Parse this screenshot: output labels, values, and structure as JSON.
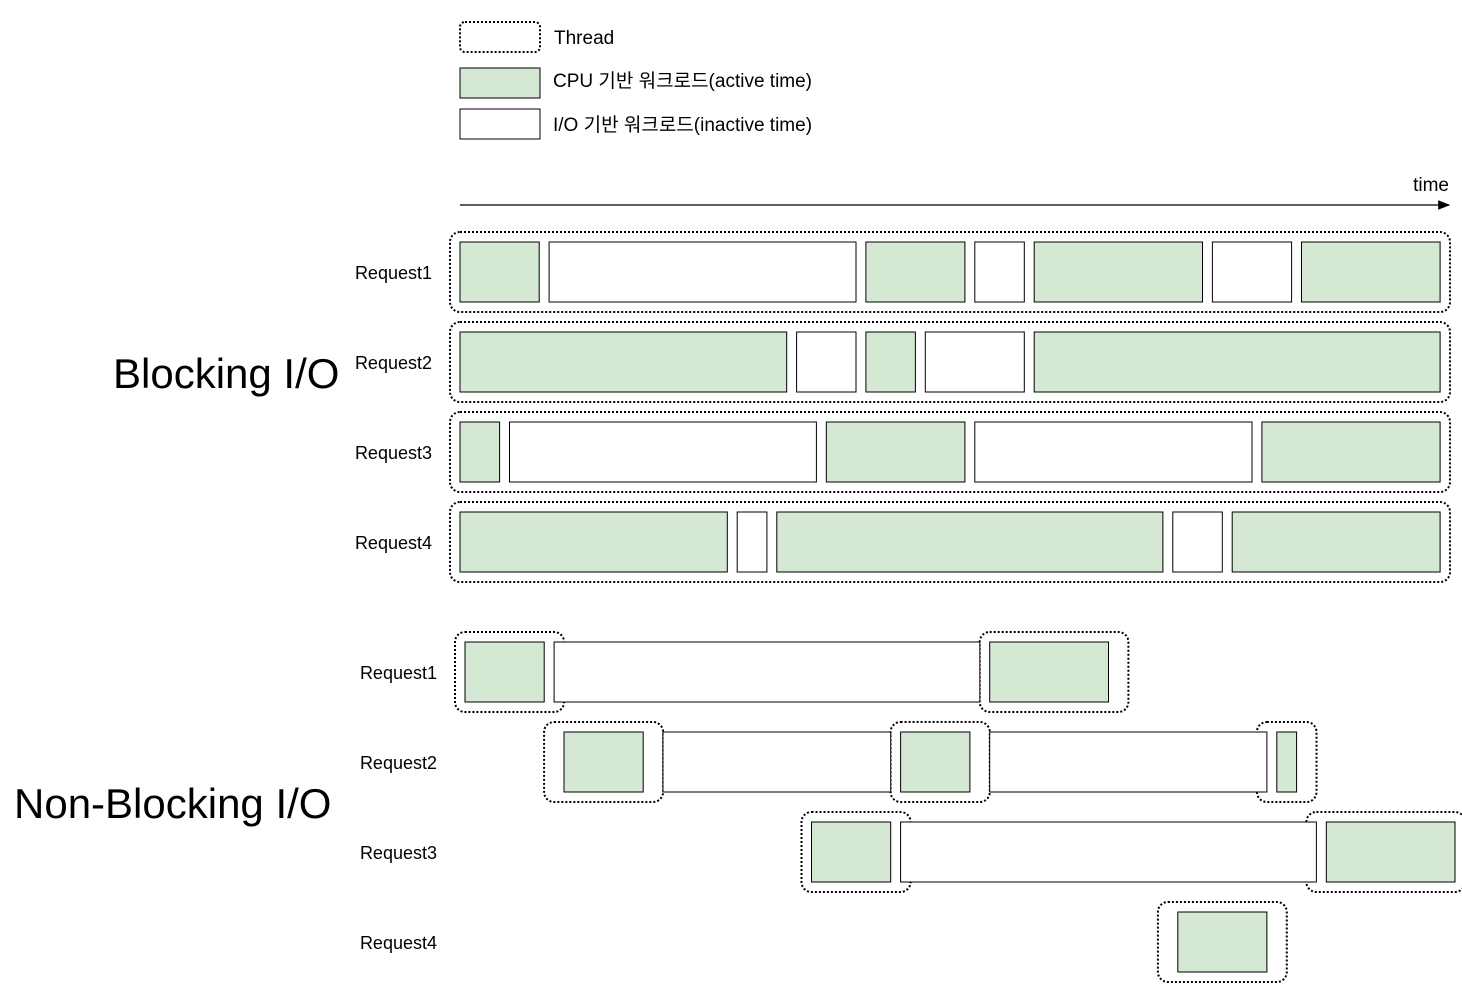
{
  "legend": {
    "thread": "Thread",
    "cpu": "CPU 기반 워크로드(active time)",
    "io": "I/O 기반 워크로드(inactive time)"
  },
  "axis": {
    "label": "time"
  },
  "colors": {
    "cpu_fill": "#d5e8d4",
    "io_fill": "#ffffff",
    "stroke": "#000000"
  },
  "sections": [
    {
      "title": "Blocking I/O",
      "requests": [
        {
          "label": "Request1",
          "threads": [
            [
              0,
              100
            ]
          ],
          "segments": [
            [
              "cpu",
              0,
              8
            ],
            [
              "io",
              9,
              40
            ],
            [
              "cpu",
              41,
              51
            ],
            [
              "io",
              52,
              57
            ],
            [
              "cpu",
              58,
              75
            ],
            [
              "io",
              76,
              84
            ],
            [
              "cpu",
              85,
              99
            ]
          ]
        },
        {
          "label": "Request2",
          "threads": [
            [
              0,
              100
            ]
          ],
          "segments": [
            [
              "cpu",
              0,
              33
            ],
            [
              "io",
              34,
              40
            ],
            [
              "cpu",
              41,
              46
            ],
            [
              "io",
              47,
              57
            ],
            [
              "cpu",
              58,
              99
            ]
          ]
        },
        {
          "label": "Request3",
          "threads": [
            [
              0,
              100
            ]
          ],
          "segments": [
            [
              "cpu",
              0,
              4
            ],
            [
              "io",
              5,
              36
            ],
            [
              "cpu",
              37,
              51
            ],
            [
              "io",
              52,
              80
            ],
            [
              "cpu",
              81,
              99
            ]
          ]
        },
        {
          "label": "Request4",
          "threads": [
            [
              0,
              100
            ]
          ],
          "segments": [
            [
              "cpu",
              0,
              27
            ],
            [
              "io",
              28,
              31
            ],
            [
              "cpu",
              32,
              71
            ],
            [
              "io",
              72,
              77
            ],
            [
              "cpu",
              78,
              99
            ]
          ]
        }
      ]
    },
    {
      "title": "Non-Blocking I/O",
      "requests": [
        {
          "label": "Request1",
          "threads": [
            [
              0,
              9
            ],
            [
              53,
              66
            ]
          ],
          "segments": [
            [
              "cpu",
              0,
              8
            ],
            [
              "io",
              9,
              52
            ],
            [
              "cpu",
              53,
              65
            ]
          ]
        },
        {
          "label": "Request2",
          "threads": [
            [
              9,
              19
            ],
            [
              44,
              52
            ],
            [
              81,
              85
            ]
          ],
          "segments": [
            [
              "cpu",
              10,
              18
            ],
            [
              "io",
              20,
              43
            ],
            [
              "cpu",
              44,
              51
            ],
            [
              "io",
              53,
              81
            ],
            [
              "cpu",
              82,
              84
            ]
          ]
        },
        {
          "label": "Request3",
          "threads": [
            [
              35,
              44
            ],
            [
              86,
              100
            ]
          ],
          "segments": [
            [
              "cpu",
              35,
              43
            ],
            [
              "io",
              44,
              86
            ],
            [
              "cpu",
              87,
              100
            ]
          ]
        },
        {
          "label": "Request4",
          "threads": [
            [
              71,
              82
            ]
          ],
          "segments": [
            [
              "cpu",
              72,
              81
            ]
          ]
        }
      ]
    }
  ]
}
